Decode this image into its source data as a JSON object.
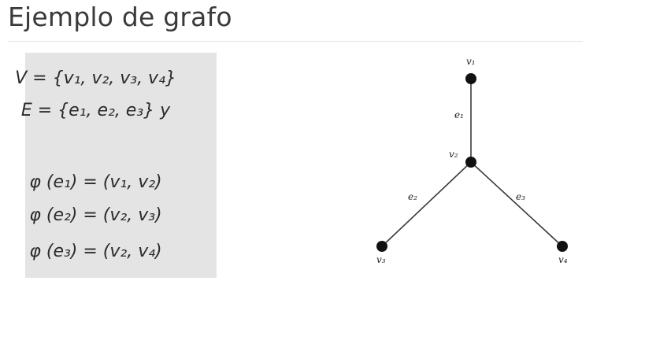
{
  "slide": {
    "title": "Ejemplo de grafo"
  },
  "definition_box": {
    "lines": [
      "V = {v₁, v₂, v₃, v₄}",
      "E = {e₁, e₂, e₃} y",
      "φ (e₁) = (v₁, v₂)",
      "φ (e₂) = (v₂, v₃)",
      "φ (e₃) = (v₂, v₄)"
    ]
  },
  "graph": {
    "vertices": [
      {
        "id": "v1",
        "label": "v₁"
      },
      {
        "id": "v2",
        "label": "v₂"
      },
      {
        "id": "v3",
        "label": "v₃"
      },
      {
        "id": "v4",
        "label": "v₄"
      }
    ],
    "edges": [
      {
        "id": "e1",
        "label": "e₁",
        "from": "v1",
        "to": "v2"
      },
      {
        "id": "e2",
        "label": "e₂",
        "from": "v2",
        "to": "v3"
      },
      {
        "id": "e3",
        "label": "e₃",
        "from": "v2",
        "to": "v4"
      }
    ]
  }
}
